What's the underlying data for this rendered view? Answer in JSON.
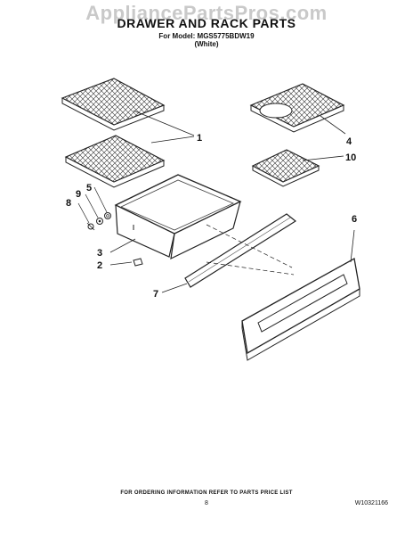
{
  "watermark": "AppliancePartsPros.com",
  "header": {
    "title": "DRAWER AND RACK PARTS",
    "model": "For Model: MGS5775BDW19",
    "color": "(White)"
  },
  "callouts": [
    "1",
    "4",
    "10",
    "5",
    "9",
    "8",
    "3",
    "2",
    "6",
    "7"
  ],
  "footer": {
    "note": "FOR ORDERING INFORMATION REFER TO PARTS PRICE LIST",
    "page": "8",
    "doc_number": "W10321166"
  }
}
